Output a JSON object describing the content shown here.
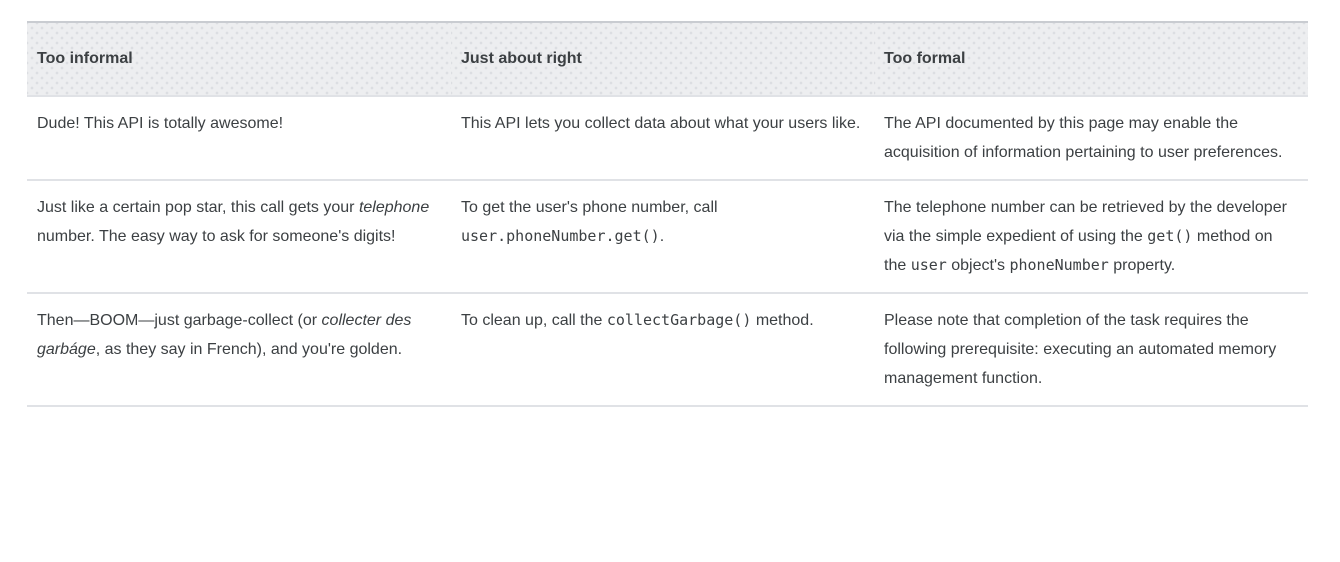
{
  "table": {
    "columns": [
      {
        "id": "too-informal",
        "label": "Too informal"
      },
      {
        "id": "just-about-right",
        "label": "Just about right"
      },
      {
        "id": "too-formal",
        "label": "Too formal"
      }
    ],
    "rows": [
      {
        "cells": [
          [
            {
              "t": "Dude! This API is totally awesome!",
              "s": "plain"
            }
          ],
          [
            {
              "t": "This API lets you collect data about what your users like.",
              "s": "plain"
            }
          ],
          [
            {
              "t": "The API documented by this page may enable the acquisition of information pertaining to user preferences.",
              "s": "plain"
            }
          ]
        ]
      },
      {
        "cells": [
          [
            {
              "t": "Just like a certain pop star, this call gets your ",
              "s": "plain"
            },
            {
              "t": "telephone",
              "s": "italic"
            },
            {
              "t": " number. The easy way to ask for someone's digits!",
              "s": "plain"
            }
          ],
          [
            {
              "t": "To get the user's phone number, call ",
              "s": "plain"
            },
            {
              "t": "user.phoneNumber.get()",
              "s": "code"
            },
            {
              "t": ".",
              "s": "plain"
            }
          ],
          [
            {
              "t": "The telephone number can be retrieved by the developer via the simple expedient of using the ",
              "s": "plain"
            },
            {
              "t": "get()",
              "s": "code"
            },
            {
              "t": " method on the ",
              "s": "plain"
            },
            {
              "t": "user",
              "s": "code"
            },
            {
              "t": " object's ",
              "s": "plain"
            },
            {
              "t": "phoneNumber",
              "s": "code"
            },
            {
              "t": " property.",
              "s": "plain"
            }
          ]
        ]
      },
      {
        "cells": [
          [
            {
              "t": "Then—BOOM—just garbage-collect (or ",
              "s": "plain"
            },
            {
              "t": "collecter des garbáge",
              "s": "italic"
            },
            {
              "t": ", as they say in French), and you're golden.",
              "s": "plain"
            }
          ],
          [
            {
              "t": "To clean up, call the ",
              "s": "plain"
            },
            {
              "t": "collectGarbage()",
              "s": "code"
            },
            {
              "t": " method.",
              "s": "plain"
            }
          ],
          [
            {
              "t": "Please note that completion of the task requires the following prerequisite: executing an automated memory management function.",
              "s": "plain"
            }
          ]
        ]
      }
    ]
  },
  "colors": {
    "text": "#3c4043",
    "header_background": "#edeef0",
    "header_dot": "#dcdee2",
    "table_top_border": "#c9ccd1",
    "row_border": "#e0e2e6",
    "page_background": "#ffffff"
  }
}
